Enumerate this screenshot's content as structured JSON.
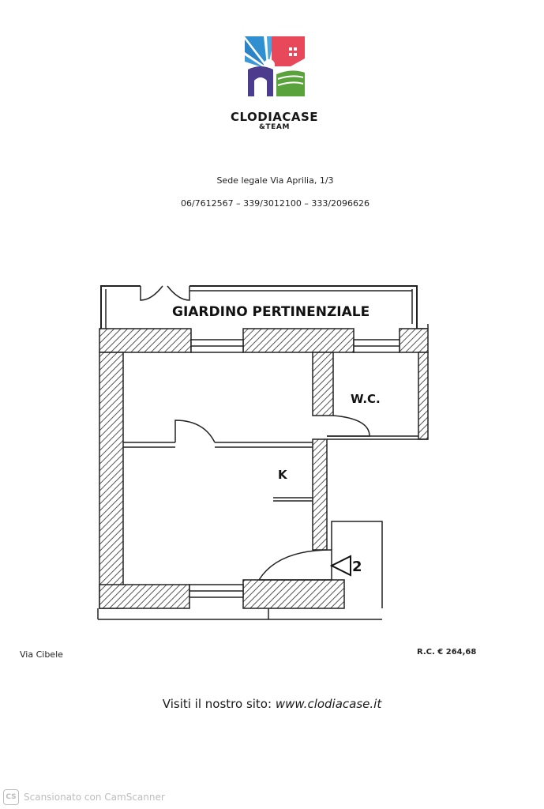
{
  "header": {
    "brand_name": "CLODIACASE",
    "brand_sub": "&TEAM",
    "address": "Sede legale Via Aprilia, 1/3",
    "phones": "06/7612567 – 339/3012100 – 333/2096626"
  },
  "floorplan": {
    "garden_label": "GIARDINO PERTINENZIALE",
    "wc_label": "W.C.",
    "kitchen_label": "K",
    "entrance_number": "2"
  },
  "info": {
    "street": "Via Cibele",
    "cadastral_income": "R.C. € 264,68"
  },
  "website": {
    "prefix": "Visiti il nostro sito:",
    "url": "www.clodiacase.it"
  },
  "footer": {
    "icon_text": "CS",
    "scanner_text": "Scansionato con CamScanner"
  },
  "colors": {
    "logo_blue": "#2f8fd0",
    "logo_red": "#e8495a",
    "logo_purple": "#4b3c8e",
    "logo_green": "#5aa33c",
    "hatch": "#555555"
  }
}
